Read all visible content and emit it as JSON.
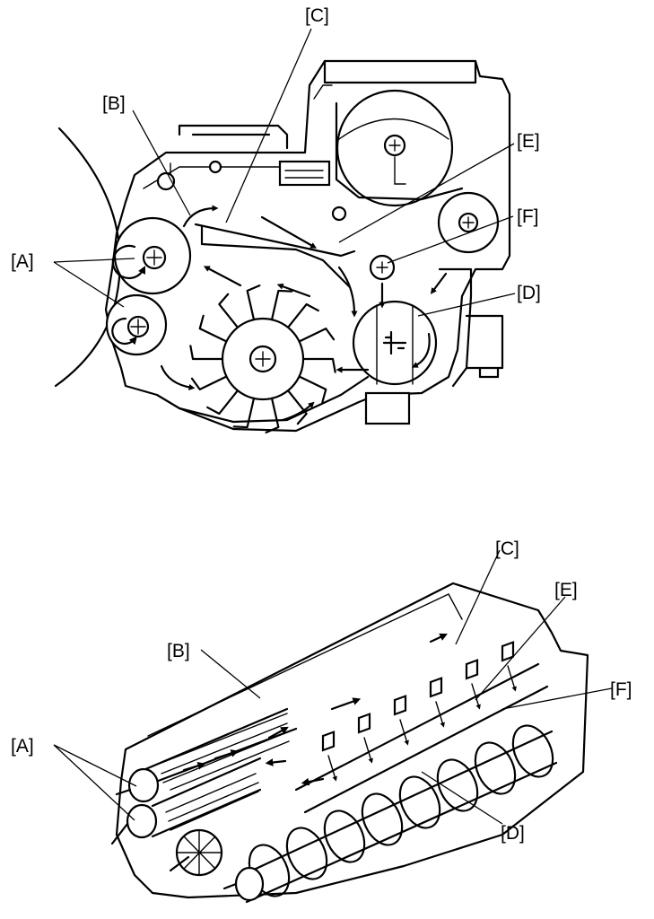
{
  "diagrams": [
    {
      "view": "cross-section",
      "labels": [
        "[C]",
        "[B]",
        "[E]",
        "[A]",
        "[F]",
        "[D]"
      ]
    },
    {
      "view": "perspective",
      "labels": [
        "[C]",
        "[E]",
        "[B]",
        "[F]",
        "[A]",
        "[D]"
      ]
    }
  ]
}
